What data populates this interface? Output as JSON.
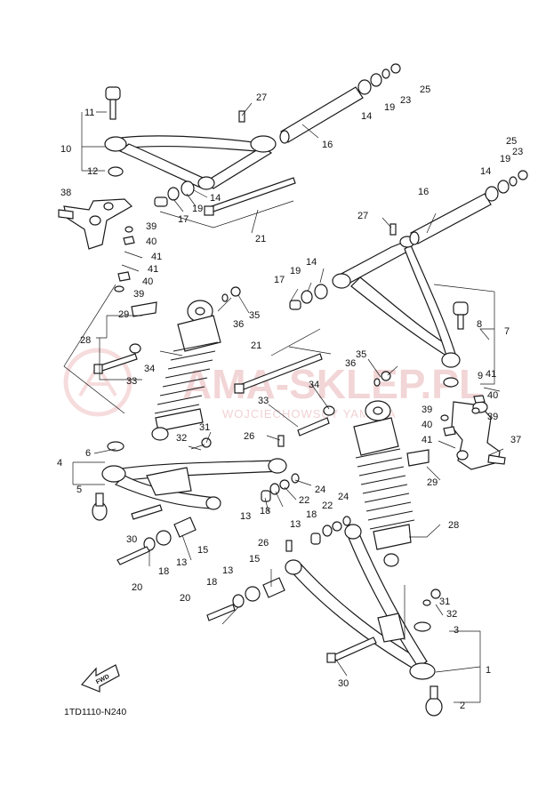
{
  "watermark": {
    "text": "AMA-SKLEP.PL",
    "subtext": "WOJCIECHOWSCY YAMAHA"
  },
  "diagram_code": "1TD1110-N240",
  "fwd_label": "FWD",
  "callouts": {
    "c1": "1",
    "c2": "2",
    "c3": "3",
    "c4": "4",
    "c5": "5",
    "c6": "6",
    "c7": "7",
    "c8": "8",
    "c9": "9",
    "c10": "10",
    "c11": "11",
    "c12": "12",
    "c13a": "13",
    "c13b": "13",
    "c13c": "13",
    "c13d": "13",
    "c14a": "14",
    "c14b": "14",
    "c14c": "14",
    "c14d": "14",
    "c15a": "15",
    "c15b": "15",
    "c16a": "16",
    "c16b": "16",
    "c17a": "17",
    "c17b": "17",
    "c18a": "18",
    "c18b": "18",
    "c18c": "18",
    "c18d": "18",
    "c19a": "19",
    "c19b": "19",
    "c19c": "19",
    "c19d": "19",
    "c20a": "20",
    "c20b": "20",
    "c21a": "21",
    "c21b": "21",
    "c22a": "22",
    "c22b": "22",
    "c23a": "23",
    "c23b": "23",
    "c24a": "24",
    "c24b": "24",
    "c25a": "25",
    "c25b": "25",
    "c26a": "26",
    "c26b": "26",
    "c27a": "27",
    "c27b": "27",
    "c28a": "28",
    "c28b": "28",
    "c29a": "29",
    "c29b": "29",
    "c30a": "30",
    "c30b": "30",
    "c31a": "31",
    "c31b": "31",
    "c32a": "32",
    "c32b": "32",
    "c33a": "33",
    "c33b": "33",
    "c34a": "34",
    "c34b": "34",
    "c35a": "35",
    "c35b": "35",
    "c36a": "36",
    "c36b": "36",
    "c37": "37",
    "c38": "38",
    "c39a": "39",
    "c39b": "39",
    "c39c": "39",
    "c39d": "39",
    "c40a": "40",
    "c40b": "40",
    "c40c": "40",
    "c40d": "40",
    "c41a": "41",
    "c41b": "41",
    "c41c": "41",
    "c41d": "41"
  }
}
